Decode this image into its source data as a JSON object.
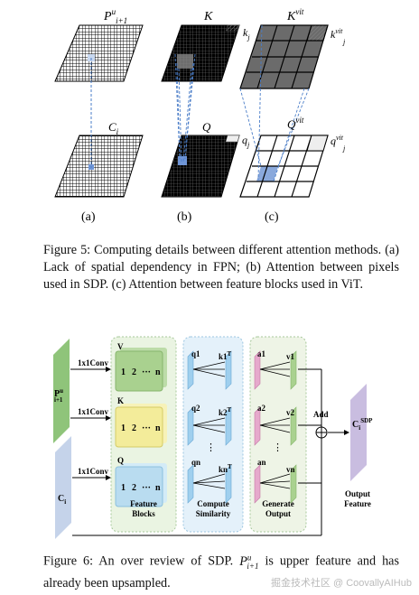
{
  "figure5": {
    "top_labels": {
      "a_upper": {
        "base": "P",
        "sup": "u",
        "sub": "i+1"
      },
      "a_lower": {
        "base": "C",
        "sub": "i"
      },
      "b_upper": {
        "base": "K"
      },
      "b_upper_side": {
        "base": "k",
        "sub": "j"
      },
      "b_lower": {
        "base": "Q"
      },
      "b_lower_side": {
        "base": "q",
        "sub": "j"
      },
      "c_upper": {
        "base": "K",
        "sup": "vit"
      },
      "c_upper_side": {
        "base": "k",
        "sup": "vit",
        "sub": "j"
      },
      "c_lower": {
        "base": "Q",
        "sup": "vit"
      },
      "c_lower_side": {
        "base": "q",
        "sup": "vit",
        "sub": "j"
      }
    },
    "panel_labels": [
      "(a)",
      "(b)",
      "(c)"
    ],
    "caption": "Figure 5: Computing details between different attention methods. (a) Lack of spatial dependency in FPN; (b) Attention between pixels used in SDP. (c) Attention between feature blocks used in ViT."
  },
  "figure6": {
    "conv_labels": [
      "1x1Conv",
      "1x1Conv",
      "1x1Conv"
    ],
    "input_upper": {
      "base": "P",
      "sup": "u",
      "sub": "i+1"
    },
    "input_lower": {
      "base": "C",
      "sub": "i"
    },
    "rows": [
      {
        "letter": "V",
        "q": "q1",
        "k": "k1",
        "k_sup": "T",
        "a": "a1",
        "v": "v1"
      },
      {
        "letter": "K",
        "q": "q2",
        "k": "k2",
        "k_sup": "T",
        "a": "a2",
        "v": "v2"
      },
      {
        "letter": "Q",
        "q": "qn",
        "k": "kn",
        "k_sup": "T",
        "a": "an",
        "v": "vn"
      }
    ],
    "block_cells": [
      "1",
      "2",
      "···",
      "n"
    ],
    "vdots": "⋮",
    "section_labels": {
      "feature_blocks": [
        "Feature",
        "Blocks"
      ],
      "compute_similarity": [
        "Compute",
        "Similarity"
      ],
      "generate_output": [
        "Generate",
        "Output"
      ]
    },
    "add_label": "Add",
    "output": {
      "base": "C",
      "sub": "i",
      "sup": "SDP"
    },
    "output_label": [
      "Output",
      "Feature"
    ],
    "caption_start": "Figure 6: An over review of SDP. ",
    "caption_math": {
      "base": "P",
      "sup": "u",
      "sub": "i+1"
    },
    "caption_end": " is upper feature and has already been upsampled."
  },
  "watermark": "掘金技术社区 @ CoovallyAIHub",
  "colors": {
    "green": "#8fc47a",
    "blue_slab": "#c5d3ea",
    "purple": "#c9bde0",
    "yellow": "#f3ec9a",
    "light_blue": "#b9dcf0",
    "pink": "#e6a9cc",
    "cell_hi": "#8aa9dc"
  }
}
